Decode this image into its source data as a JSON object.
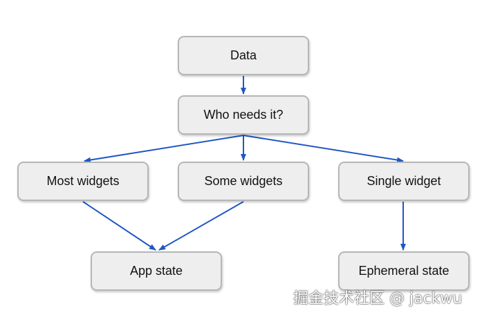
{
  "diagram": {
    "nodes": {
      "data": "Data",
      "who_needs_it": "Who needs it?",
      "most_widgets": "Most widgets",
      "some_widgets": "Some widgets",
      "single_widget": "Single widget",
      "app_state": "App state",
      "ephemeral_state": "Ephemeral state"
    },
    "edges": [
      {
        "from": "Data",
        "to": "Who needs it?"
      },
      {
        "from": "Who needs it?",
        "to": "Most widgets"
      },
      {
        "from": "Who needs it?",
        "to": "Some widgets"
      },
      {
        "from": "Who needs it?",
        "to": "Single widget"
      },
      {
        "from": "Most widgets",
        "to": "App state"
      },
      {
        "from": "Some widgets",
        "to": "App state"
      },
      {
        "from": "Single widget",
        "to": "Ephemeral state"
      }
    ],
    "arrow_color": "#1f57c3"
  },
  "watermark": "掘金技术社区 @ jackwu"
}
